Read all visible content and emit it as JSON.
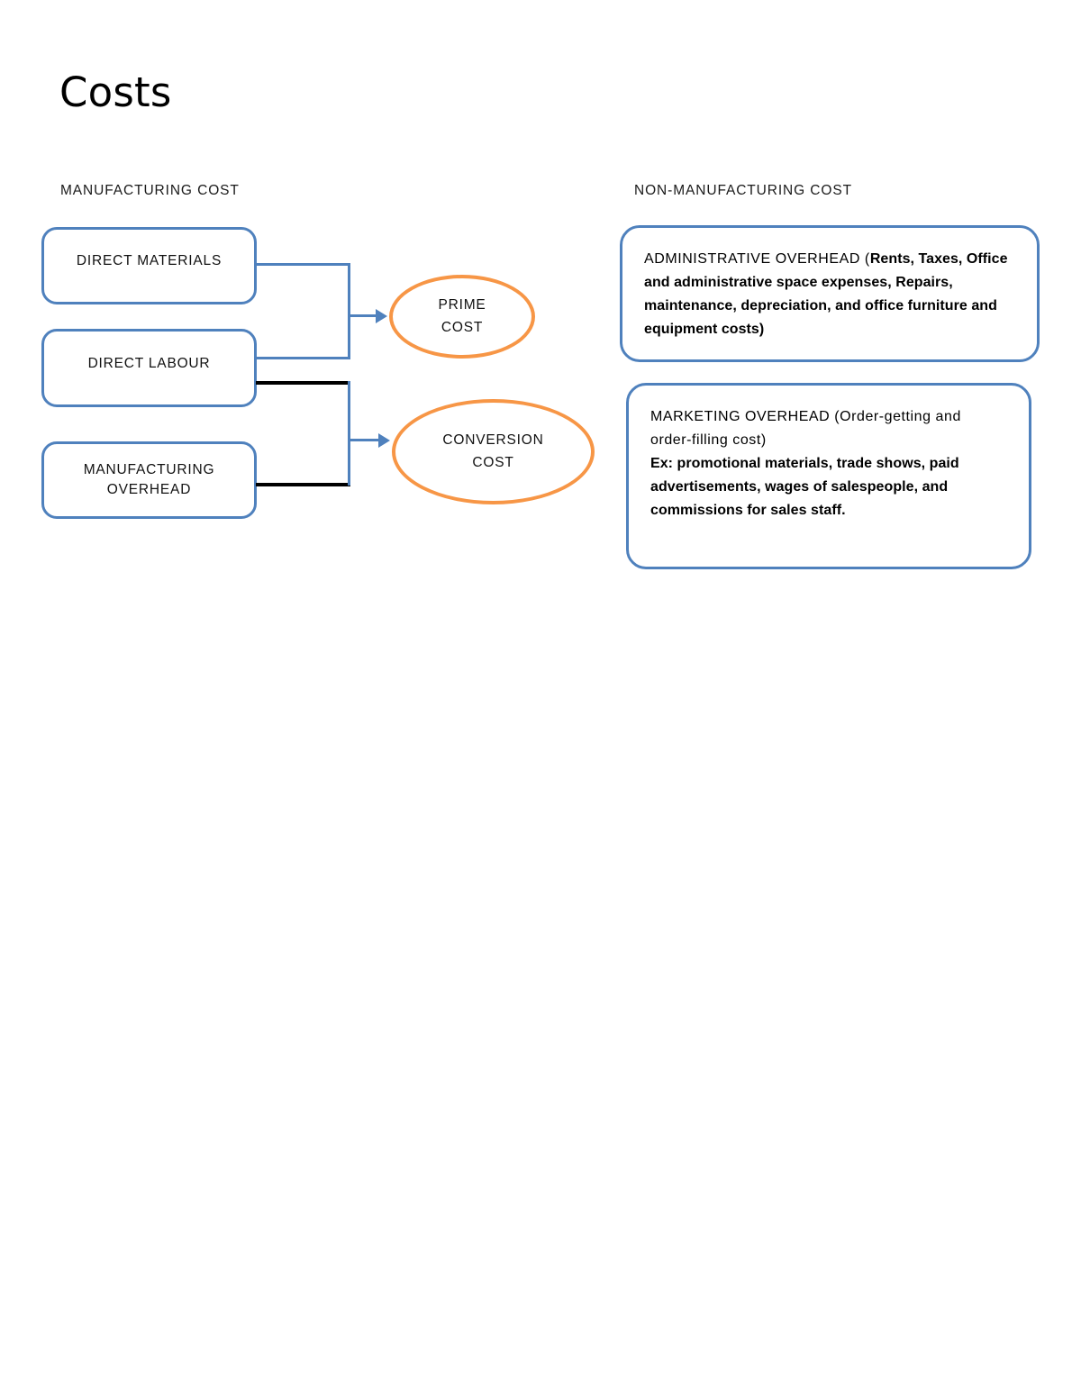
{
  "page": {
    "title": "Costs",
    "background": "#ffffff"
  },
  "colors": {
    "box_border_blue": "#4F81BD",
    "ellipse_border_orange": "#F79646",
    "connector_blue": "#4F81BD",
    "connector_black": "#000000",
    "text": "#000000"
  },
  "headers": {
    "manufacturing": "MANUFACTURING COST",
    "non_manufacturing": "NON-MANUFACTURING COST"
  },
  "manufacturing": {
    "boxes": [
      {
        "id": "direct-materials",
        "label": "DIRECT MATERIALS"
      },
      {
        "id": "direct-labour",
        "label": "DIRECT LABOUR"
      },
      {
        "id": "manufacturing-overhead",
        "line1": "MANUFACTURING",
        "line2": "OVERHEAD"
      }
    ],
    "ellipses": [
      {
        "id": "prime-cost",
        "line1": "PRIME",
        "line2": "COST"
      },
      {
        "id": "conversion-cost",
        "line1": "CONVERSION",
        "line2": "COST"
      }
    ]
  },
  "non_manufacturing": {
    "administrative_overhead": {
      "lede": "ADMINISTRATIVE OVERHEAD (",
      "body": "Rents, Taxes, Office and administrative space expenses, Repairs, maintenance, depreciation, and office furniture and equipment costs)"
    },
    "marketing_overhead": {
      "lede": "MARKETING OVERHEAD (Order-getting and order-filling cost)",
      "body": "Ex: promotional materials, trade shows, paid advertisements, wages of salespeople, and commissions for sales staff."
    }
  }
}
